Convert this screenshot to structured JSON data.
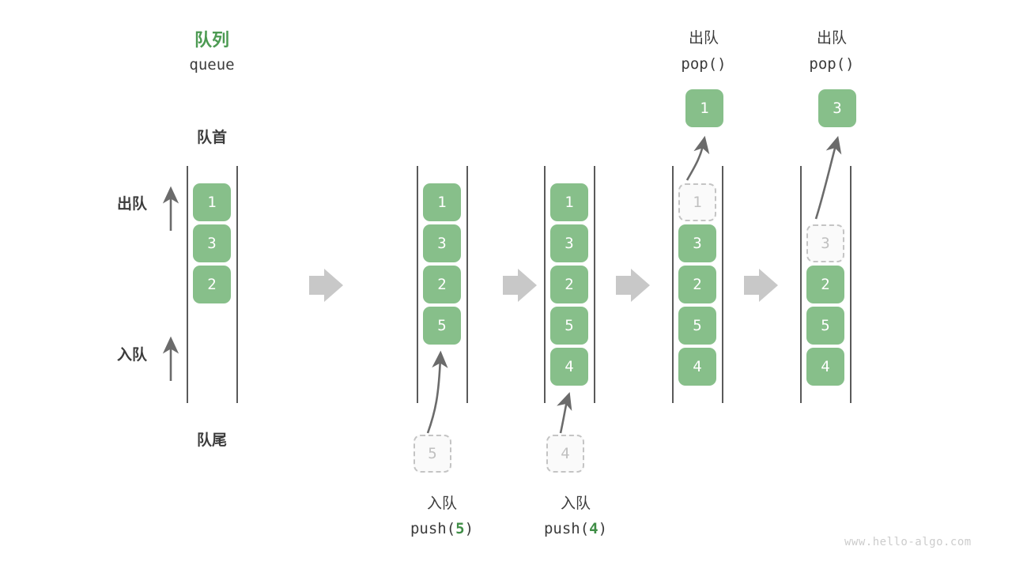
{
  "diagram": {
    "title_cn": "队列",
    "title_en": "queue",
    "front_label": "队首",
    "rear_label": "队尾",
    "dequeue_side_label": "出队",
    "enqueue_side_label": "入队",
    "watermark": "www.hello-algo.com",
    "accent_green": "#4c9a52",
    "cell_green": "#87bf8a",
    "ghost_gray": "#c0c0c0",
    "text_dark": "#3c3c3c",
    "arrow_gray": "#c8c8c8"
  },
  "steps": [
    {
      "id": "initial",
      "caption_cn": "",
      "caption_code_pre": "",
      "caption_code_num": "",
      "caption_code_post": "",
      "cells": [
        "1",
        "3",
        "2"
      ],
      "top_label_cn": "",
      "top_label_code": "",
      "result_value": "",
      "ghost_value": "",
      "ghost_slot": -1
    },
    {
      "id": "push-5",
      "caption_cn": "入队",
      "caption_code_pre": "push(",
      "caption_code_num": "5",
      "caption_code_post": ")",
      "cells": [
        "1",
        "3",
        "2",
        "5"
      ],
      "top_label_cn": "",
      "top_label_code": "",
      "result_value": "",
      "ghost_value": "5",
      "ghost_slot": -1
    },
    {
      "id": "push-4",
      "caption_cn": "入队",
      "caption_code_pre": "push(",
      "caption_code_num": "4",
      "caption_code_post": ")",
      "cells": [
        "1",
        "3",
        "2",
        "5",
        "4"
      ],
      "top_label_cn": "",
      "top_label_code": "",
      "result_value": "",
      "ghost_value": "4",
      "ghost_slot": -1
    },
    {
      "id": "pop-1",
      "caption_cn": "",
      "caption_code_pre": "",
      "caption_code_num": "",
      "caption_code_post": "",
      "cells": [
        "",
        "3",
        "2",
        "5",
        "4"
      ],
      "top_label_cn": "出队",
      "top_label_code": "pop()",
      "result_value": "1",
      "ghost_value": "1",
      "ghost_slot": 0
    },
    {
      "id": "pop-3",
      "caption_cn": "",
      "caption_code_pre": "",
      "caption_code_num": "",
      "caption_code_post": "",
      "cells": [
        "",
        "",
        "2",
        "5",
        "4"
      ],
      "top_label_cn": "出队",
      "top_label_code": "pop()",
      "result_value": "3",
      "ghost_value": "3",
      "ghost_slot": 1
    }
  ]
}
